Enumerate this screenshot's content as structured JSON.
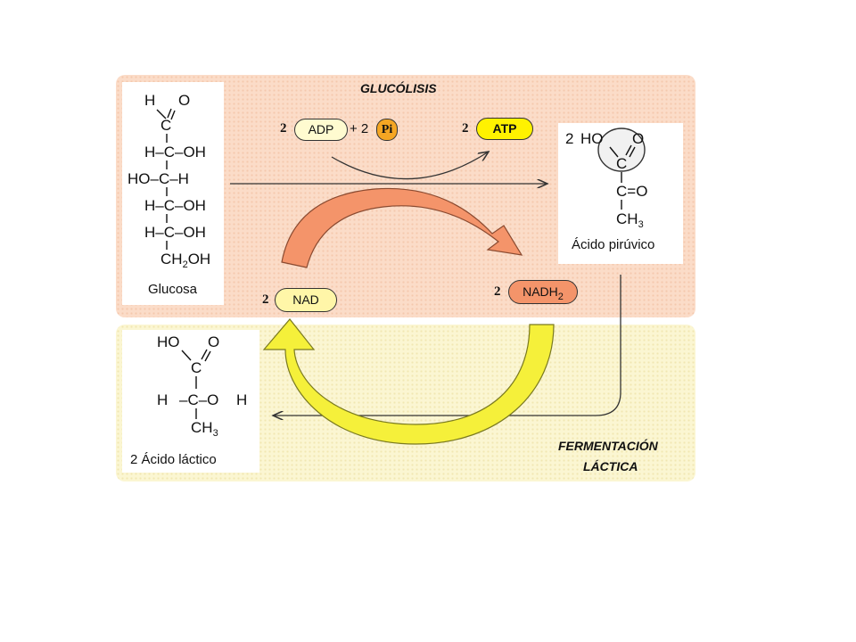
{
  "headings": {
    "glycolysis": "GLUCÓLISIS",
    "fermentation_line1": "FERMENTACIÓN",
    "fermentation_line2": "LÁCTICA"
  },
  "glucose": {
    "label": "Glucosa",
    "rows": [
      "H",
      "O",
      "C",
      "H–C–OH",
      "HO–C–H",
      "H–C–OH",
      "H–C–OH",
      "CH",
      "2",
      "OH"
    ]
  },
  "pyruvic": {
    "coef": "2",
    "top": "HO",
    "top_o": "O",
    "c": "C",
    "keto": "C=O",
    "methyl": "CH",
    "methyl_sub": "3",
    "label": "Ácido pirúvico"
  },
  "lactic": {
    "ho": "HO",
    "o": "O",
    "c": "C",
    "h_left": "H",
    "mid": "–C–O",
    "h_right": "H",
    "methyl": "CH",
    "methyl_sub": "3",
    "label": "2 Ácido láctico"
  },
  "reaction": {
    "adp_coef": "2",
    "adp": "ADP",
    "plus": "+ 2",
    "pi": "Pi",
    "atp_coef": "2",
    "atp": "ATP",
    "nad_coef": "2",
    "nad": "NAD",
    "nadh2_coef": "2",
    "nadh2": "NADH",
    "nadh2_sub": "2"
  },
  "colors": {
    "glycolysis_panel": "#fbdcc8",
    "fermentation_panel": "#fbf6d2",
    "orange_arrow": "#f4946a",
    "yellow_arrow": "#f5f03a",
    "atp": "#fff200",
    "pi": "#f5a623"
  }
}
